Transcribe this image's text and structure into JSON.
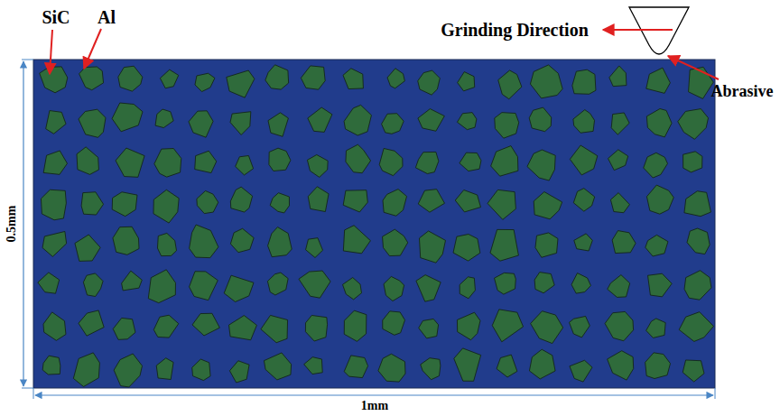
{
  "diagram": {
    "labels": [
      "SiC",
      "Al",
      "Grinding Direction",
      "Abrasive",
      "0.5mm",
      "1mm"
    ]
  }
}
